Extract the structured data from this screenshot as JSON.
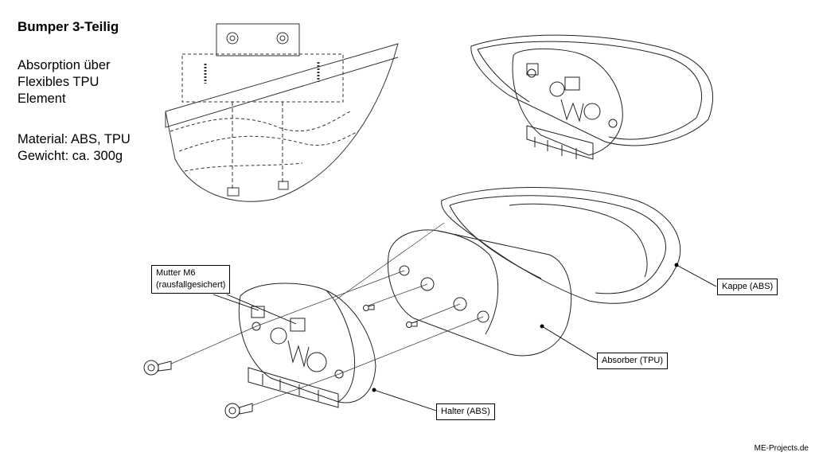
{
  "title": "Bumper 3-Teilig",
  "description": [
    "Absorption über",
    "Flexibles TPU",
    "Element"
  ],
  "specs": [
    "Material: ABS, TPU",
    "Gewicht: ca. 300g"
  ],
  "callouts": {
    "nut": [
      "Mutter M6",
      "(rausfallgesichert)"
    ],
    "cap": "Kappe (ABS)",
    "absorber": "Absorber (TPU)",
    "holder": "Halter (ABS)"
  },
  "footer": "ME-Projects.de"
}
